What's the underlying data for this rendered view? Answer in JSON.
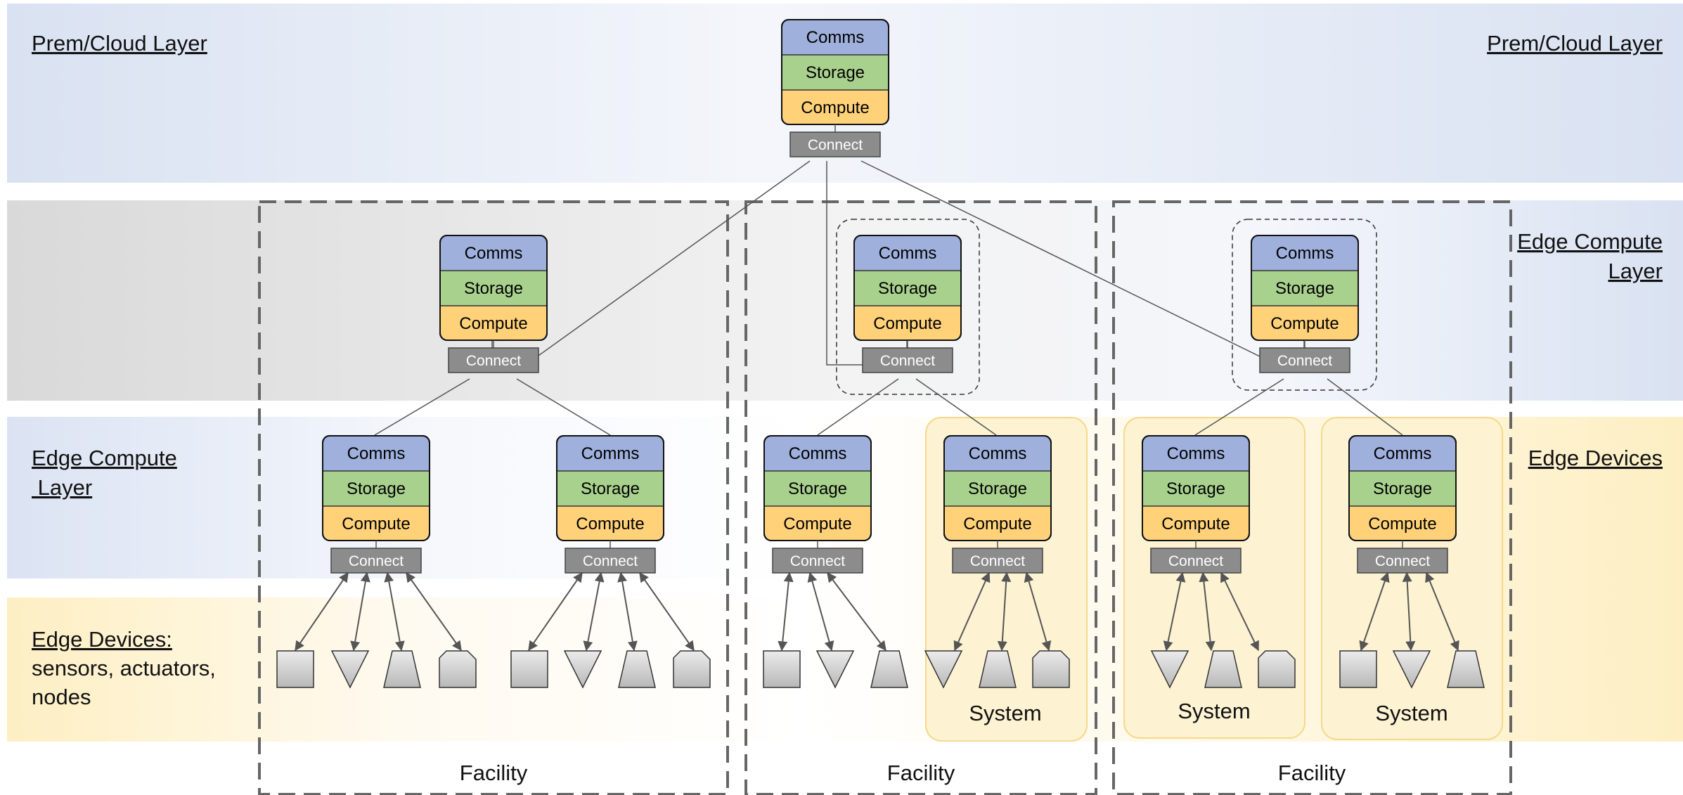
{
  "labels": {
    "prem_left": "Prem/Cloud Layer",
    "prem_right": "Prem/Cloud Layer",
    "edge_compute_right_1": "Edge Compute",
    "edge_compute_right_2": "Layer",
    "edge_compute_left_1": "Edge Compute",
    "edge_compute_left_2": " Layer",
    "edge_devices_right": "Edge Devices",
    "edge_devices_left_title": "Edge Devices:",
    "edge_devices_left_line2": "sensors, actuators,",
    "edge_devices_left_line3": "nodes"
  },
  "module": {
    "comms": "Comms",
    "storage": "Storage",
    "compute": "Compute",
    "connect": "Connect"
  },
  "facility_label": "Facility",
  "system_label": "System",
  "colors": {
    "comms": "#9fb0dc",
    "storage": "#a9d18e",
    "compute": "#ffd27a",
    "connect": "#8c8c8c",
    "cloud_band": "#dae3f3",
    "edge_band": "#fdf0c4",
    "system_fill": "#fdf2d2"
  }
}
